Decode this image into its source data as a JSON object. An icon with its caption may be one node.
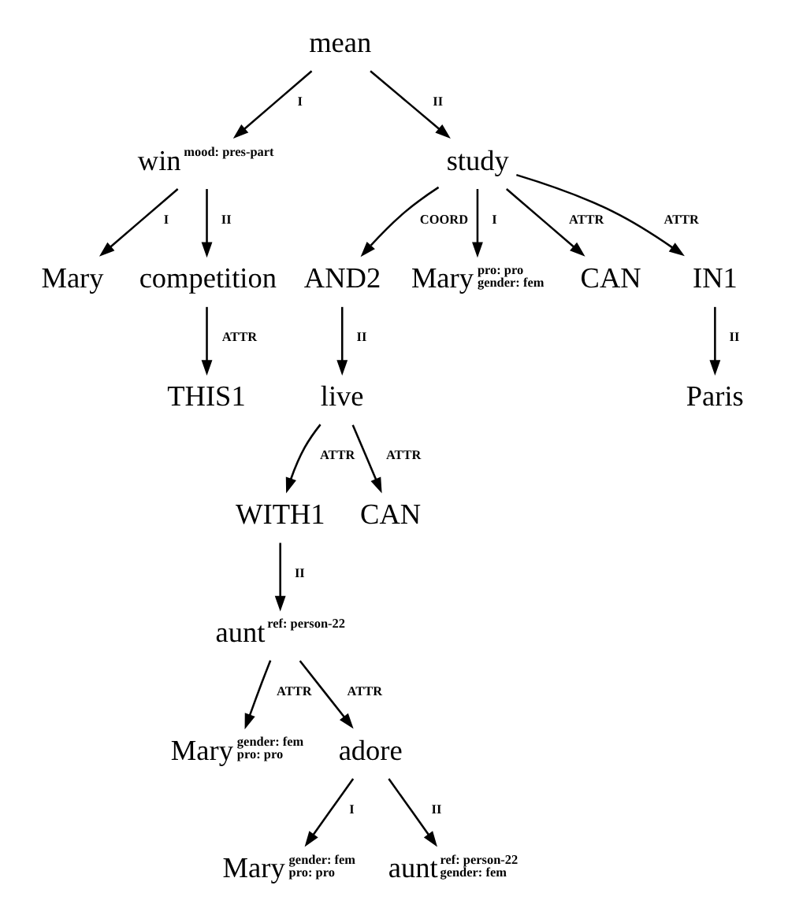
{
  "diagram": {
    "nodes": [
      {
        "text": [
          "mean"
        ]
      },
      {
        "text": [
          "win"
        ],
        "beside": [
          "mood: pres-part"
        ]
      },
      {
        "text": [
          "study"
        ]
      },
      {
        "text": [
          "Mary"
        ]
      },
      {
        "text": [
          "competition"
        ]
      },
      {
        "text": [
          "THIS1"
        ]
      },
      {
        "text": [
          "AND2"
        ]
      },
      {
        "text": [
          "Mary"
        ],
        "beside": [
          "pro: pro",
          "gender: fem"
        ]
      },
      {
        "text": [
          "CAN"
        ]
      },
      {
        "text": [
          "live"
        ]
      },
      {
        "text": [
          "IN1"
        ]
      },
      {
        "text": [
          "WITH1"
        ]
      },
      {
        "text": [
          "CAN"
        ]
      },
      {
        "text": [
          "Paris"
        ]
      },
      {
        "text": [
          "aunt"
        ],
        "beside": [
          "ref: person-22"
        ]
      },
      {
        "text": [
          "Mary"
        ],
        "beside": [
          "gender: fem",
          "pro: pro"
        ]
      },
      {
        "text": [
          "adore"
        ]
      },
      {
        "text": [
          "Mary"
        ],
        "beside": [
          "gender: fem",
          "pro: pro"
        ]
      },
      {
        "text": [
          "aunt"
        ],
        "beside": [
          "ref: person-22",
          "gender: fem"
        ]
      }
    ],
    "edges": [
      {
        "from": 0,
        "to": 1,
        "arrow": "to",
        "label": "I"
      },
      {
        "from": 0,
        "to": 2,
        "arrow": "to",
        "label": "II"
      },
      {
        "from": 1,
        "to": 3,
        "arrow": "to",
        "label": "I"
      },
      {
        "from": 1,
        "to": 4,
        "arrow": "to",
        "label": "II"
      },
      {
        "from": 4,
        "to": 5,
        "arrow": "to",
        "label": "ATTR"
      },
      {
        "from": 2,
        "to": 6,
        "arrow": "to",
        "label": "COORD"
      },
      {
        "from": 2,
        "to": 7,
        "arrow": "to",
        "label": "I"
      },
      {
        "from": 2,
        "to": 8,
        "arrow": "to",
        "label": "ATTR"
      },
      {
        "from": 2,
        "to": 10,
        "arrow": "to",
        "label": "ATTR"
      },
      {
        "from": 6,
        "to": 9,
        "arrow": "to",
        "label": "II"
      },
      {
        "from": 9,
        "to": 11,
        "arrow": "to",
        "label": "ATTR"
      },
      {
        "from": 9,
        "to": 12,
        "arrow": "to",
        "label": "ATTR"
      },
      {
        "from": 10,
        "to": 13,
        "arrow": "to",
        "label": "II"
      },
      {
        "from": 11,
        "to": 14,
        "arrow": "to",
        "label": "II"
      },
      {
        "from": 14,
        "to": 15,
        "arrow": "to",
        "label": "ATTR"
      },
      {
        "from": 14,
        "to": 16,
        "arrow": "to",
        "label": "ATTR"
      },
      {
        "from": 16,
        "to": 17,
        "arrow": "to",
        "label": "I"
      },
      {
        "from": 16,
        "to": 18,
        "arrow": "to",
        "label": "II"
      }
    ]
  }
}
